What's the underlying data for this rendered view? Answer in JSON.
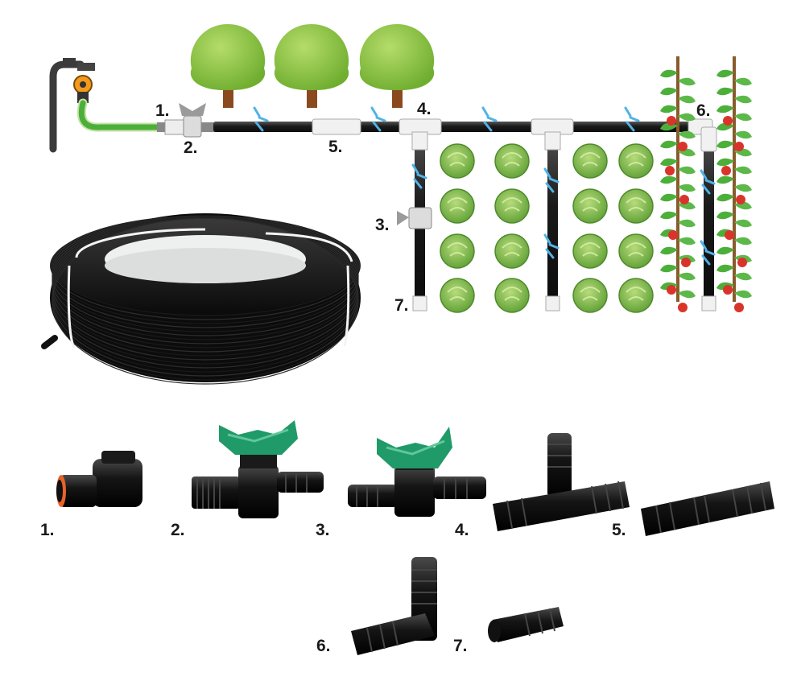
{
  "diagram": {
    "labels": {
      "n1": "1.",
      "n2": "2.",
      "n3": "3.",
      "n4": "4.",
      "n5": "5.",
      "n6": "6.",
      "n7": "7."
    },
    "parts": [
      {
        "number": "1.",
        "icon": "hose-quick-connector-icon"
      },
      {
        "number": "2.",
        "icon": "threaded-ball-valve-icon"
      },
      {
        "number": "3.",
        "icon": "barbed-ball-valve-icon"
      },
      {
        "number": "4.",
        "icon": "tee-connector-icon"
      },
      {
        "number": "5.",
        "icon": "straight-coupler-icon"
      },
      {
        "number": "6.",
        "icon": "elbow-connector-icon"
      },
      {
        "number": "7.",
        "icon": "end-plug-icon"
      }
    ],
    "colors": {
      "pipe": "#1c1c1c",
      "valve_handle": "#1f9a68",
      "garden_hose": "#4caf3a",
      "tree_crown": "#8dc641",
      "tree_trunk": "#8a4a1e",
      "lettuce": "#7ab84a",
      "tomato": "#d9342b",
      "water_drop": "#4fb3e8",
      "tap_orange": "#f39a1c"
    }
  }
}
